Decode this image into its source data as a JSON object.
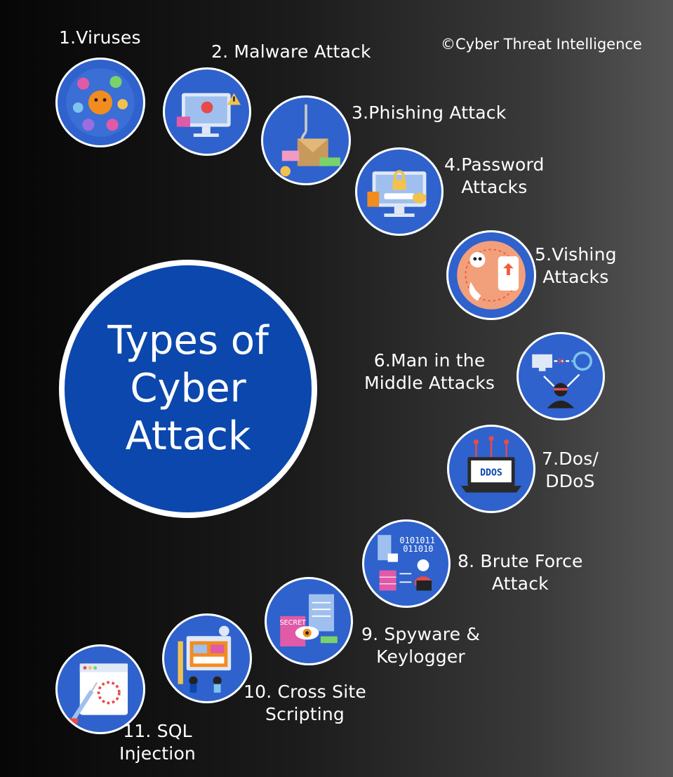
{
  "copyright": "©Cyber Threat Intelligence",
  "center": {
    "title": "Types of\nCyber\nAttack"
  },
  "items": [
    {
      "label": "1.Viruses",
      "icon": "virus-icon"
    },
    {
      "label": "2. Malware Attack",
      "icon": "malware-monitor-icon"
    },
    {
      "label": "3.Phishing Attack",
      "icon": "phishing-hook-icon"
    },
    {
      "label": "4.Password\nAttacks",
      "icon": "password-lock-icon"
    },
    {
      "label": "5.Vishing\nAttacks",
      "icon": "vishing-phone-icon"
    },
    {
      "label": "6.Man in the\nMiddle Attacks",
      "icon": "man-in-middle-icon"
    },
    {
      "label": "7.Dos/\nDDoS",
      "icon": "ddos-laptop-icon",
      "badge": "DDOS"
    },
    {
      "label": "8. Brute Force\nAttack",
      "icon": "brute-force-icon",
      "binary": "0101011\n011010"
    },
    {
      "label": "9. Spyware &\nKeylogger",
      "icon": "spyware-eye-icon",
      "stamp": "SECRET"
    },
    {
      "label": "10. Cross Site\nScripting",
      "icon": "cross-site-scripting-icon"
    },
    {
      "label": "11. SQL\nInjection",
      "icon": "sql-injection-icon"
    }
  ],
  "colors": {
    "circle": "#2f62cc",
    "center": "#0b47ad",
    "accent": "#f25c3b"
  }
}
